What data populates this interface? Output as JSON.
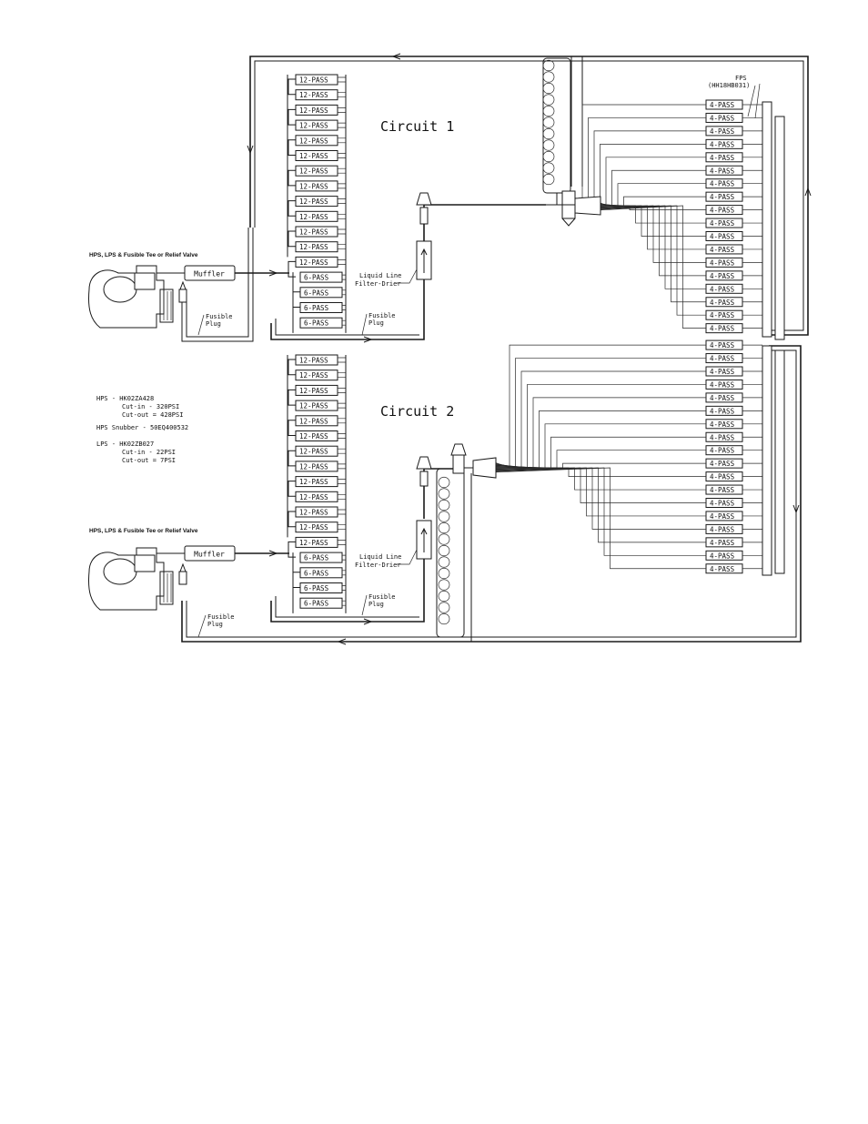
{
  "labels": {
    "circuit1_title": "Circuit 1",
    "circuit2_title": "Circuit 2",
    "fps_label": "FPS",
    "fps_part": "(HH18HB031)",
    "hps_tee_label": "HPS, LPS & Fusible Tee or Relief Valve",
    "muffler": "Muffler",
    "liquid_line_1": "Liquid Line",
    "liquid_line_2": "Filter-Drier",
    "fusible_1": "Fusible",
    "fusible_2": "Plug"
  },
  "specs": {
    "hps": "HPS  -  HK02ZA428",
    "hps_cutin": "Cut-in  -  320PSI",
    "hps_cutout": "Cut-out  =  428PSI",
    "hps_snubber": "HPS Snubber  -  50EQ400532",
    "lps": "LPS  -  HK02ZB027",
    "lps_cutin": "Cut-in  -  22PSI",
    "lps_cutout": "Cut-out  =  7PSI"
  },
  "circuit1_passes": [
    "12-PASS",
    "12-PASS",
    "12-PASS",
    "12-PASS",
    "12-PASS",
    "12-PASS",
    "12-PASS",
    "12-PASS",
    "12-PASS",
    "12-PASS",
    "12-PASS",
    "12-PASS",
    "12-PASS",
    "6-PASS",
    "6-PASS",
    "6-PASS",
    "6-PASS"
  ],
  "circuit2_passes": [
    "12-PASS",
    "12-PASS",
    "12-PASS",
    "12-PASS",
    "12-PASS",
    "12-PASS",
    "12-PASS",
    "12-PASS",
    "12-PASS",
    "12-PASS",
    "12-PASS",
    "12-PASS",
    "12-PASS",
    "6-PASS",
    "6-PASS",
    "6-PASS",
    "6-PASS"
  ],
  "evaporator_passes": [
    "4-PASS",
    "4-PASS",
    "4-PASS",
    "4-PASS",
    "4-PASS",
    "4-PASS",
    "4-PASS",
    "4-PASS",
    "4-PASS",
    "4-PASS",
    "4-PASS",
    "4-PASS",
    "4-PASS",
    "4-PASS",
    "4-PASS",
    "4-PASS",
    "4-PASS",
    "4-PASS",
    "4-PASS",
    "4-PASS",
    "4-PASS",
    "4-PASS",
    "4-PASS",
    "4-PASS",
    "4-PASS",
    "4-PASS",
    "4-PASS",
    "4-PASS",
    "4-PASS",
    "4-PASS",
    "4-PASS",
    "4-PASS",
    "4-PASS",
    "4-PASS",
    "4-PASS",
    "4-PASS"
  ]
}
